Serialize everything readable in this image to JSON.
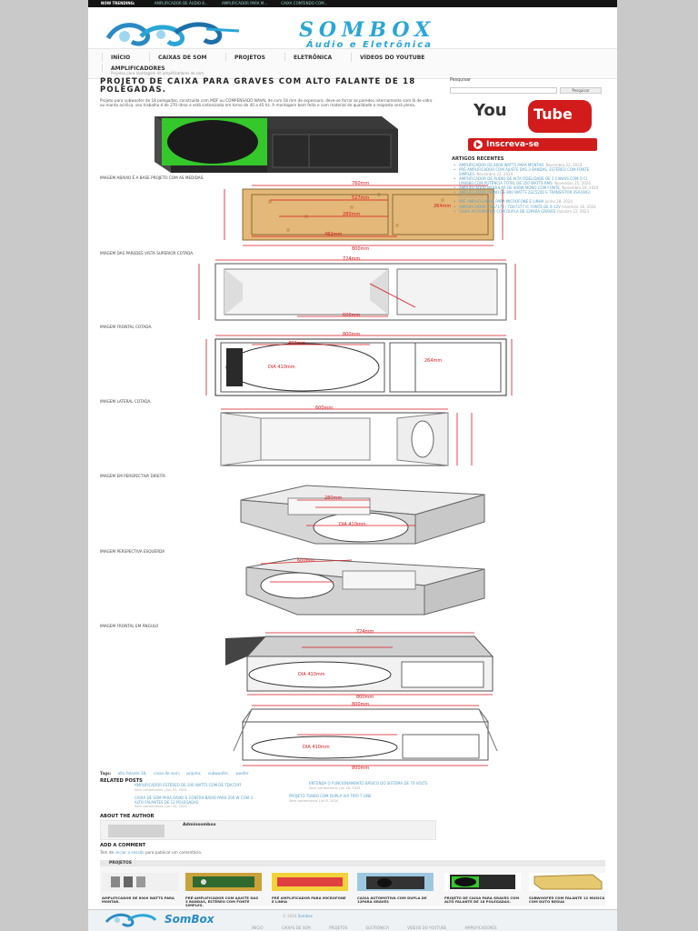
{
  "topbar": {
    "label": "NOW TRENDING:",
    "items": [
      "AMPLIFICADOR DE ÁUDIO 8...",
      "AMPLIFICADOR PARA M...",
      "CAIXA CONTENDO COM..."
    ]
  },
  "logo": {
    "title": "SOMBOX",
    "subtitle": "Áudio e Eletrônica"
  },
  "nav": {
    "items": [
      "INÍCIO",
      "CAIXAS DE SOM",
      "PROJETOS",
      "ELETRÔNICA",
      "VÍDEOS DO YOUTUBE"
    ],
    "sub_title": "AMPLIFICADORES",
    "sub_desc": "Projetos para montagem de amplificadores de som"
  },
  "post": {
    "title": "PROJETO DE CAIXA PARA GRAVES COM ALTO FALANTE DE 18 POLEGADAS.",
    "intro": "Projeto para subwoofer de 18 polegadas, construída com MDF ou COMPENSADO NAVAL de com 18 mm de espessura, deve-se forrar as paredes internamente com lã de vidro ou manta acrílica, seu trabalho é de 270 litros e está sintonizada em torno de 40 a 45 hz. A montagem bem feita e com material de qualidade a resposta será plena.",
    "captions": [
      "IMAGEM ABAIXO É A BASE PROJETO COM AS MEDIDAS.",
      "IMAGEM DAS PAREDES VISTA SUPERIOR COTADA.",
      "IMAGEM FRONTAL COTADA.",
      "IMAGEM LATERAL COTADA.",
      "IMAGEM EM PERSPECTIVA DIREITA",
      "IMAGEM PERSPECTIVA ESQUERDA",
      "IMAGEM FRONTAL EM ÂNGULO"
    ],
    "dimensions": {
      "d760": "760mm",
      "d527": "527mm",
      "d280": "280mm",
      "d264": "264mm",
      "d482": "482mm",
      "d800": "800mm",
      "d724": "724mm",
      "d600": "600mm",
      "d480": "480mm",
      "dia": "DIA 410mm"
    }
  },
  "tags": {
    "label": "Tags:",
    "items": [
      "alto falante 18,",
      "caixa de som,",
      "projeto,",
      "subwoofer,",
      "woofer"
    ]
  },
  "related": {
    "title": "RELATED POSTS",
    "items": [
      {
        "title": "AMPLIFICADOR ESTÉREO DE 200 WATTS COM DE TDA7297",
        "meta": "Sem comentários | Jun 01, 2024"
      },
      {
        "title": "ENTENDA O FUNCIONAMENTO BÁSICO DO SISTEMA DE 70 VOLTS",
        "meta": "Sem comentários | Jul 28, 2024"
      },
      {
        "title": "CAIXA DE SOM PARA BAIXO E CONTRA-BAIXO PARA 200 W COM 3 ALTO FALANTES DE 12 POLEGADAS",
        "meta": "Sem comentários | Jun 24, 2024"
      },
      {
        "title": "PROJETO TUBBO COM DUPLA VIA TIPO T LINE",
        "meta": "Sem comentários | Jul 6, 2024"
      }
    ]
  },
  "author": {
    "title": "ABOUT THE AUTHOR",
    "name": "Adminsombox"
  },
  "comment": {
    "title": "ADD A COMMENT",
    "text_before": "Tem de",
    "link": "iniciar a sessão",
    "text_after": "para publicar um comentário."
  },
  "sidebar": {
    "search_label": "Pesquisar",
    "search_button": "Pesquisar",
    "youtube_top": "You",
    "youtube_bottom": "Tube",
    "subscribe": "Inscreva-se",
    "recent_title": "ARTIGOS RECENTES",
    "recent": [
      {
        "title": "Amplificador de 8000 Watts para montar.",
        "date": "Novembro 22, 2024"
      },
      {
        "title": "PRÉ-AMPLIFICADOR COM AJUSTE DAS 3 BANDAS, ESTÉREO COM FONTE SIMPLES.",
        "date": "Novembro 22, 2024"
      },
      {
        "title": "AMPLIFICADOR DE ÁUDIO DE ALTA FIDELIDADE DE 5 CANAIS COM O CI LM4680 COM POTÊNCIA TOTAL DE 350 WATTS RMS.",
        "date": "Novembro 21, 2024"
      },
      {
        "title": "AMPLIFICADOR MODULAR DE 400W MONO COM FONTE.",
        "date": "Novembro 20, 2024"
      },
      {
        "title": "Amplificador mono de 800 Watts 2SC5200 e transistor 2SA1943.",
        "date": "Novembro 10, 2024"
      },
      {
        "title": "PRÉ AMPLIFICADOR PARA MICROFONE E LINHA",
        "date": "Junho 28, 2024"
      },
      {
        "title": "Amplificador TDA7379 / TDA7377 IC fonte de 9-12V",
        "date": "Fevereiro 18, 2024"
      },
      {
        "title": "CAIXA AUTOMOTIVA COM DUPLA DE 12PARA GRAVES",
        "date": "Outubro 12, 2023"
      }
    ]
  },
  "projects": {
    "title": "PROJETOS",
    "items": [
      "AMPLIFICADOR DE 8000 WATTS PARA MONTAR.",
      "PRÉ-AMPLIFICADOR COM AJUSTE DAS 3 BANDAS, ESTÉREO COM FONTE SIMPLES.",
      "PRÉ AMPLIFICADOR PARA MICROFONE E LINHA",
      "CAIXA AUTOMOTIVA COM DUPLA DE 12PARA GRAVES",
      "PROJETO DE CAIXA PARA GRAVES COM ALTO FALANTE DE 18 POLEGADAS.",
      "SUBWOOFER COM FALANTE 12 MUSICA COM DUTO REGUA"
    ]
  },
  "footer": {
    "logo": "SomBox",
    "copy_prefix": "© 2024",
    "copy_link": "Sombox",
    "nav": [
      "INÍCIO",
      "CAIXAS DE SOM",
      "PROJETOS",
      "ELETRÔNICA",
      "VÍDEOS DO YOUTUBE",
      "AMPLIFICADORES"
    ]
  },
  "colors": {
    "accent": "#2aa6d6",
    "link": "#5aa0c8",
    "dim_red": "#d8181f",
    "speaker_green": "#35c82a"
  }
}
